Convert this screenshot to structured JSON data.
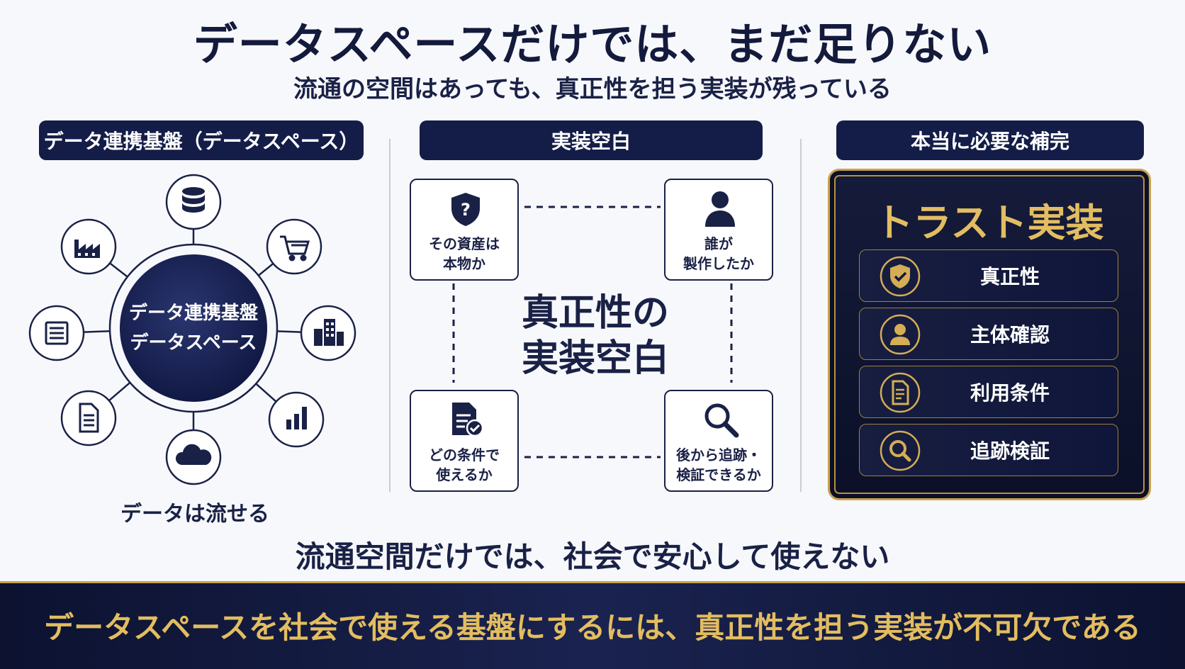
{
  "title": "データスペースだけでは、まだ足りない",
  "subtitle": "流通の空間はあっても、真正性を担う実装が残っている",
  "left": {
    "header": "データ連携基盤（データスペース）",
    "hub_line1": "データ連携基盤",
    "hub_line2": "データスペース",
    "nodes": [
      "database-icon",
      "cart-icon",
      "building-icon",
      "bar-chart-icon",
      "cloud-icon",
      "document-icon",
      "list-icon",
      "factory-icon"
    ],
    "caption": "データは流せる"
  },
  "middle": {
    "header": "実装空白",
    "center_line1": "真正性の",
    "center_line2": "実装空白",
    "boxes": [
      {
        "line1": "その資産は",
        "line2": "本物か",
        "icon": "shield-question-icon"
      },
      {
        "line1": "誰が",
        "line2": "製作したか",
        "icon": "person-icon"
      },
      {
        "line1": "どの条件で",
        "line2": "使えるか",
        "icon": "document-check-icon"
      },
      {
        "line1": "後から追跡・",
        "line2": "検証できるか",
        "icon": "magnifier-icon"
      }
    ]
  },
  "right": {
    "header": "本当に必要な補完",
    "title": "トラスト実装",
    "items": [
      {
        "label": "真正性",
        "icon": "shield-check-icon"
      },
      {
        "label": "主体確認",
        "icon": "person-icon"
      },
      {
        "label": "利用条件",
        "icon": "document-icon"
      },
      {
        "label": "追跡検証",
        "icon": "magnifier-icon"
      }
    ]
  },
  "bottom_caption": "流通空間だけでは、社会で安心して使えない",
  "banner": "データスペースを社会で使える基盤にするには、真正性を担う実装が不可欠である",
  "colors": {
    "navy": "#141d48",
    "gold": "#e2bd62",
    "background": "#f7f8fb"
  }
}
